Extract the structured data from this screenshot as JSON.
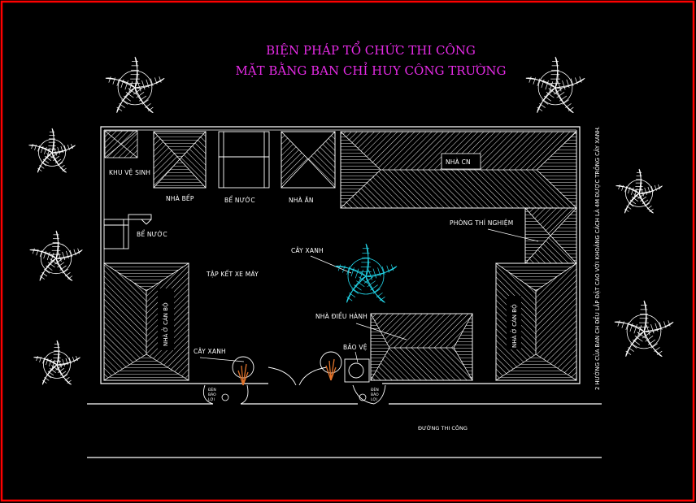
{
  "title": {
    "line1": "BIỆN PHÁP TỔ CHỨC THI CÔNG",
    "line2": "MẶT BẰNG BAN CHỈ HUY CÔNG TRƯỜNG"
  },
  "labels": {
    "khu_ve_sinh": "KHU VỆ SINH",
    "nha_bep": "NHÀ BẾP",
    "be_nuoc_1": "BỂ NƯỚC",
    "nha_an": "NHÀ ĂN",
    "nha_cn": "NHÀ CN",
    "be_nuoc_2": "BỂ NƯỚC",
    "phong_thi_nghiem": "PHÒNG THÍ NGHIỆM",
    "cay_xanh_center": "CÂY XANH",
    "tap_ket_xe_may": "TẬP KẾT XE MÁY",
    "nha_o_can_bo_left": "NHÀ Ở CÁN BỘ",
    "nha_o_can_bo_right": "NHÀ Ở CÁN BỘ",
    "nha_dieu_hanh": "NHÀ ĐIỀU HÀNH",
    "bao_ve": "BẢO VỆ",
    "cay_xanh_gate": "CÂY XANH",
    "duong_thi_cong": "ĐƯỜNG THI CÔNG",
    "side_note": "2 HƯỚNG CỦA BAN CH ĐỀU LẮP ĐẶT CAO VỚI KHOẢNG CÁCH LÀ 4M ĐƯỢC TRỒNG CÂY XANH.",
    "light_left_1": "ĐÈN",
    "light_left_2": "BẢO",
    "light_left_3": "LỢI",
    "light_right_1": "ĐÈN",
    "light_right_2": "BẢO",
    "light_right_3": "LỢI"
  },
  "colors": {
    "background": "#000000",
    "frame": "#ff0000",
    "title": "#e62be6",
    "lines": "#ffffff",
    "tree_highlight": "#22d3e6",
    "small_tree": "#e0722a"
  }
}
